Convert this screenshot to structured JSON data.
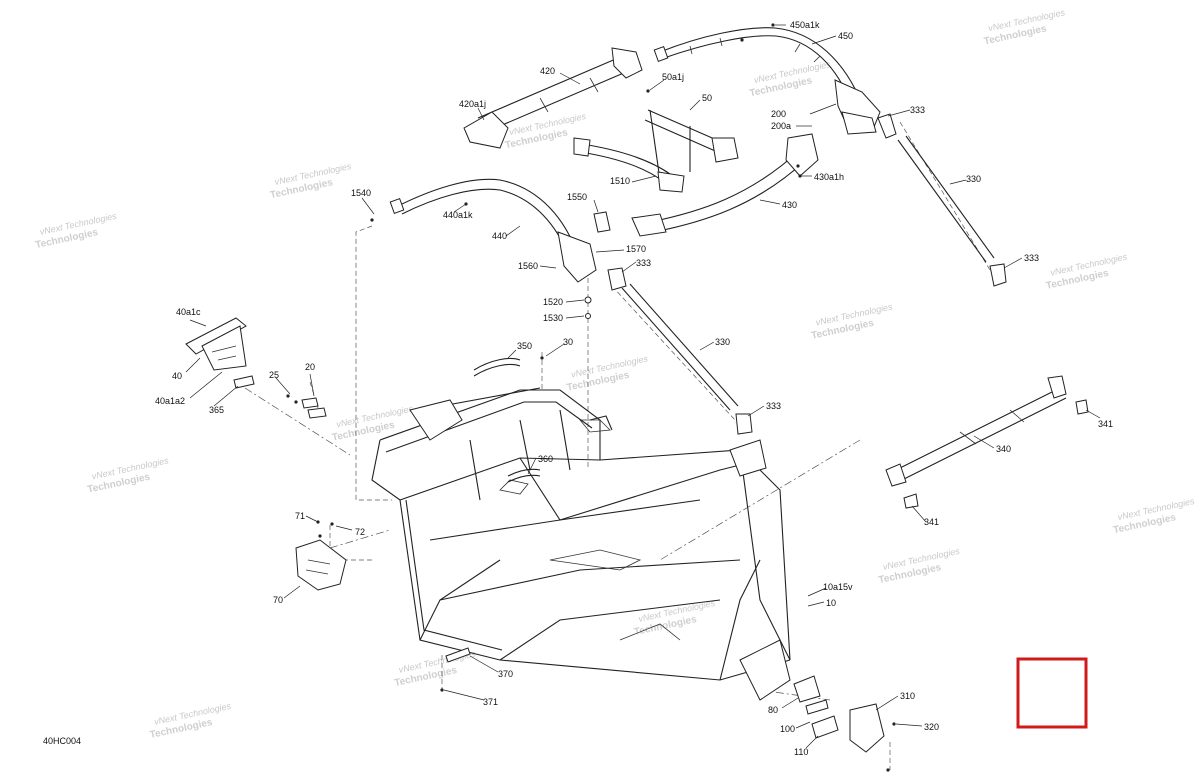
{
  "figure_code": "40HC004",
  "highlight_color": "#d11a1a",
  "watermark": {
    "line1": "vNext Technologies",
    "line2": "Technologies",
    "line3": "vNext"
  },
  "labels": {
    "p450a1k": "450a1k",
    "p450": "450",
    "p420": "420",
    "p50a1j": "50a1j",
    "p50": "50",
    "p420a1j": "420a1j",
    "p200": "200",
    "p200a": "200a",
    "p333a": "333",
    "p430a1h": "430a1h",
    "p1510": "1510",
    "p430": "430",
    "p330a": "330",
    "p1540": "1540",
    "p440a1k": "440a1k",
    "p1550": "1550",
    "p440": "440",
    "p1570": "1570",
    "p333b": "333",
    "p333c": "333",
    "p1560": "1560",
    "p1520": "1520",
    "p1530": "1530",
    "p40a1c": "40a1c",
    "p350": "350",
    "p30": "30",
    "p330b": "330",
    "p20": "20",
    "p40": "40",
    "p25": "25",
    "p40a1a2": "40a1a2",
    "p365": "365",
    "p333d": "333",
    "p341a": "341",
    "p360": "360",
    "p340": "340",
    "p71": "71",
    "p72": "72",
    "p341b": "341",
    "p70": "70",
    "p10a15v": "10a15v",
    "p10": "10",
    "p370": "370",
    "p310": "310",
    "p80": "80",
    "p371": "371",
    "p100": "100",
    "p320": "320",
    "p110": "110"
  }
}
